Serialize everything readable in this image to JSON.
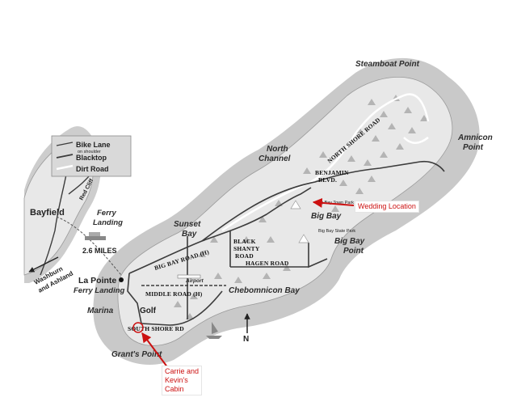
{
  "legend": {
    "items": [
      {
        "label": "Bike Lane",
        "sublabel": "on shoulder"
      },
      {
        "label": "Blacktop",
        "sublabel": ""
      },
      {
        "label": "Dirt Road",
        "sublabel": ""
      }
    ]
  },
  "places": {
    "steamboat_point": "Steamboat Point",
    "amnicon_point_1": "Amnicon",
    "amnicon_point_2": "Point",
    "north_channel_1": "North",
    "north_channel_2": "Channel",
    "bayfield": "Bayfield",
    "ferry_landing_mainland_1": "Ferry",
    "ferry_landing_mainland_2": "Landing",
    "ferry_distance": "2.6 MILES",
    "sunset_bay_1": "Sunset",
    "sunset_bay_2": "Bay",
    "la_pointe": "La Pointe",
    "ferry_landing_island": "Ferry Landing",
    "marina": "Marina",
    "golf": "Golf",
    "grants_point": "Grant's Point",
    "chebomnicon_bay": "Chebomnicon Bay",
    "big_bay": "Big Bay",
    "big_bay_point_1": "Big Bay",
    "big_bay_point_2": "Point",
    "big_bay_town_park": "Big Bay Town Park",
    "big_bay_state_park": "Big Bay State Park",
    "airport": "Airport",
    "washburn_ashland_1": "Washburn",
    "washburn_ashland_2": "and Ashland",
    "north_arrow": "N"
  },
  "roads": {
    "red_cliff": "Red Cliff",
    "north_shore_road": "NORTH SHORE ROAD",
    "benjamin_blvd_1": "BENJAMIN",
    "benjamin_blvd_2": "BLVD.",
    "black_shanty_1": "BLACK",
    "black_shanty_2": "SHANTY",
    "black_shanty_3": "ROAD",
    "hagen_road": "HAGEN ROAD",
    "big_bay_road": "BIG BAY ROAD (H)",
    "middle_road": "MIDDLE ROAD (H)",
    "south_shore_rd": "SOUTH SHORE RD"
  },
  "annotations": {
    "wedding": "Wedding Location",
    "cabin": "Carrie and\nKevin's\nCabin"
  },
  "colors": {
    "water": "#ffffff",
    "shallow": "#c7c7c7",
    "land": "#e6e6e6",
    "road": "#3c3c3c",
    "annotation": "#cc1111"
  }
}
